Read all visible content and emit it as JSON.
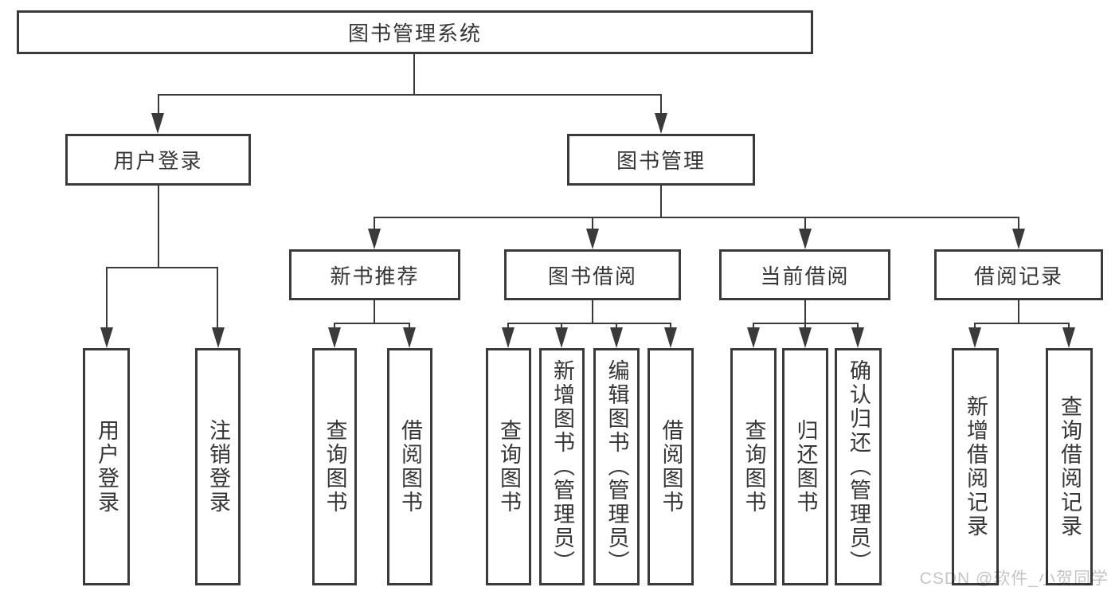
{
  "diagram": {
    "title_note": "functional structure tree diagram",
    "root": {
      "label": "图书管理系统"
    },
    "level2": [
      {
        "label": "用户登录"
      },
      {
        "label": "图书管理"
      }
    ],
    "level3": [
      {
        "label": "新书推荐"
      },
      {
        "label": "图书借阅"
      },
      {
        "label": "当前借阅"
      },
      {
        "label": "借阅记录"
      }
    ],
    "leaves": [
      {
        "label": "用户登录"
      },
      {
        "label": "注销登录"
      },
      {
        "label": "查询图书"
      },
      {
        "label": "借阅图书"
      },
      {
        "label": "查询图书"
      },
      {
        "label": "新增图书（管理员）"
      },
      {
        "label": "编辑图书（管理员）"
      },
      {
        "label": "借阅图书"
      },
      {
        "label": "查询图书"
      },
      {
        "label": "归还图书"
      },
      {
        "label": "确认归还（管理员）"
      },
      {
        "label": "新增借阅记录"
      },
      {
        "label": "查询借阅记录"
      }
    ],
    "watermark": "CSDN @软件_小贺同学",
    "colors": {
      "line": "#3a3a3a",
      "text": "#363636",
      "watermark": "#c5c5c5",
      "background": "#ffffff"
    }
  }
}
